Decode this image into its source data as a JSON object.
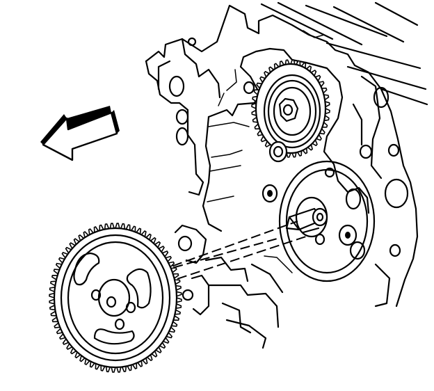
{
  "figure": {
    "subject": "engine-front-cover-gear-removal",
    "colors": {
      "ink": "#000000",
      "paper": "#ffffff"
    },
    "icons": {
      "arrow": "direction-arrow-icon",
      "large_gear": "drive-gear-icon",
      "small_gear": "idler-gear-icon"
    },
    "counts": {
      "large_gear_teeth": 72,
      "small_gear_teeth": 40,
      "gear_slots": 3,
      "gear_bolt_holes": 3
    }
  }
}
